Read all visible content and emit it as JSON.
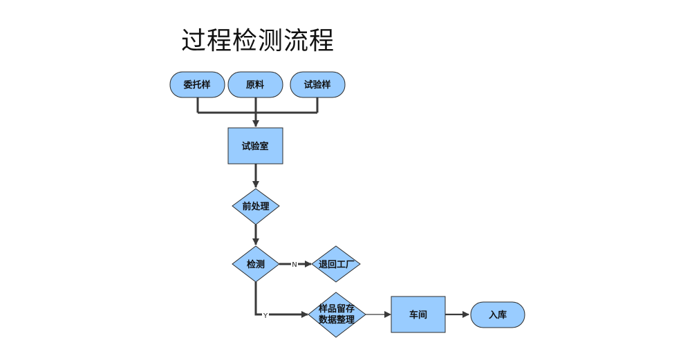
{
  "title": "过程检测流程",
  "colors": {
    "node_fill": "#99ccff",
    "node_stroke": "#2b2b2b",
    "edge": "#3a3a3a"
  },
  "nodes": {
    "sample_entrusted": "委托样",
    "raw_material": "原料",
    "test_sample": "试验样",
    "laboratory": "试验室",
    "pretreatment": "前处理",
    "inspection": "检测",
    "return_factory": "退回工厂",
    "retain_line1": "样品留存",
    "retain_line2": "数据整理",
    "workshop": "车间",
    "storage": "入库"
  },
  "edge_labels": {
    "no": "N",
    "yes": "Y"
  }
}
